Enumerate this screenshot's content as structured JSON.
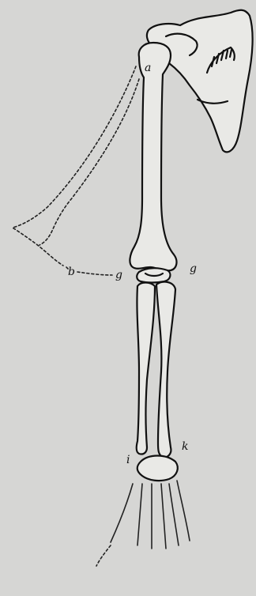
{
  "labels": {
    "a": "a",
    "b": "b",
    "g_left": "g",
    "g_right": "g",
    "i": "i",
    "k": "k"
  },
  "colors": {
    "paper": "#d6d6d4",
    "bone": "#e9e9e6",
    "ink": "#111111"
  }
}
